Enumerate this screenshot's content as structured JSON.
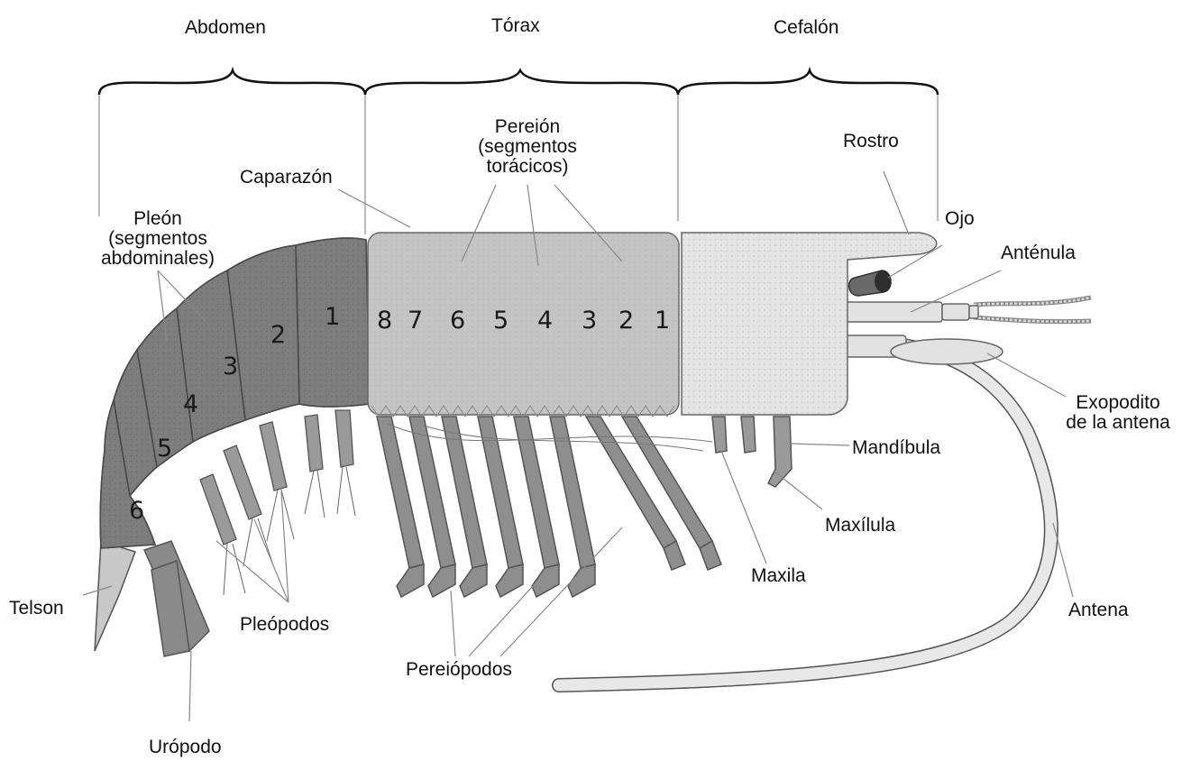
{
  "regions": {
    "abdomen": "Abdomen",
    "torax": "Tórax",
    "cefalon": "Cefalón"
  },
  "labels": {
    "pereion_1": "Pereión",
    "pereion_2": "(segmentos",
    "pereion_3": "torácicos)",
    "rostro": "Rostro",
    "caparazon": "Caparazón",
    "ojo": "Ojo",
    "pleon_1": "Pleón",
    "pleon_2": "(segmentos",
    "pleon_3": "abdominales)",
    "antenula": "Anténula",
    "exopodito_1": "Exopodito",
    "exopodito_2": "de la antena",
    "mandibula": "Mandíbula",
    "maxilula": "Maxílula",
    "maxila": "Maxila",
    "antena": "Antena",
    "telson": "Telson",
    "pleopodos": "Pleópodos",
    "pereiopodos": "Pereiópodos",
    "uropodo": "Urópodo"
  },
  "thorax_numbers": [
    "8",
    "7",
    "6",
    "5",
    "4",
    "3",
    "2",
    "1"
  ],
  "abdomen_numbers": [
    "1",
    "2",
    "3",
    "4",
    "5",
    "6"
  ],
  "colors": {
    "abdomen_fill": "#7d7d7d",
    "thorax_fill": "#c4c4c4",
    "head_fill": "#e4e4e4",
    "outline": "#555555"
  }
}
